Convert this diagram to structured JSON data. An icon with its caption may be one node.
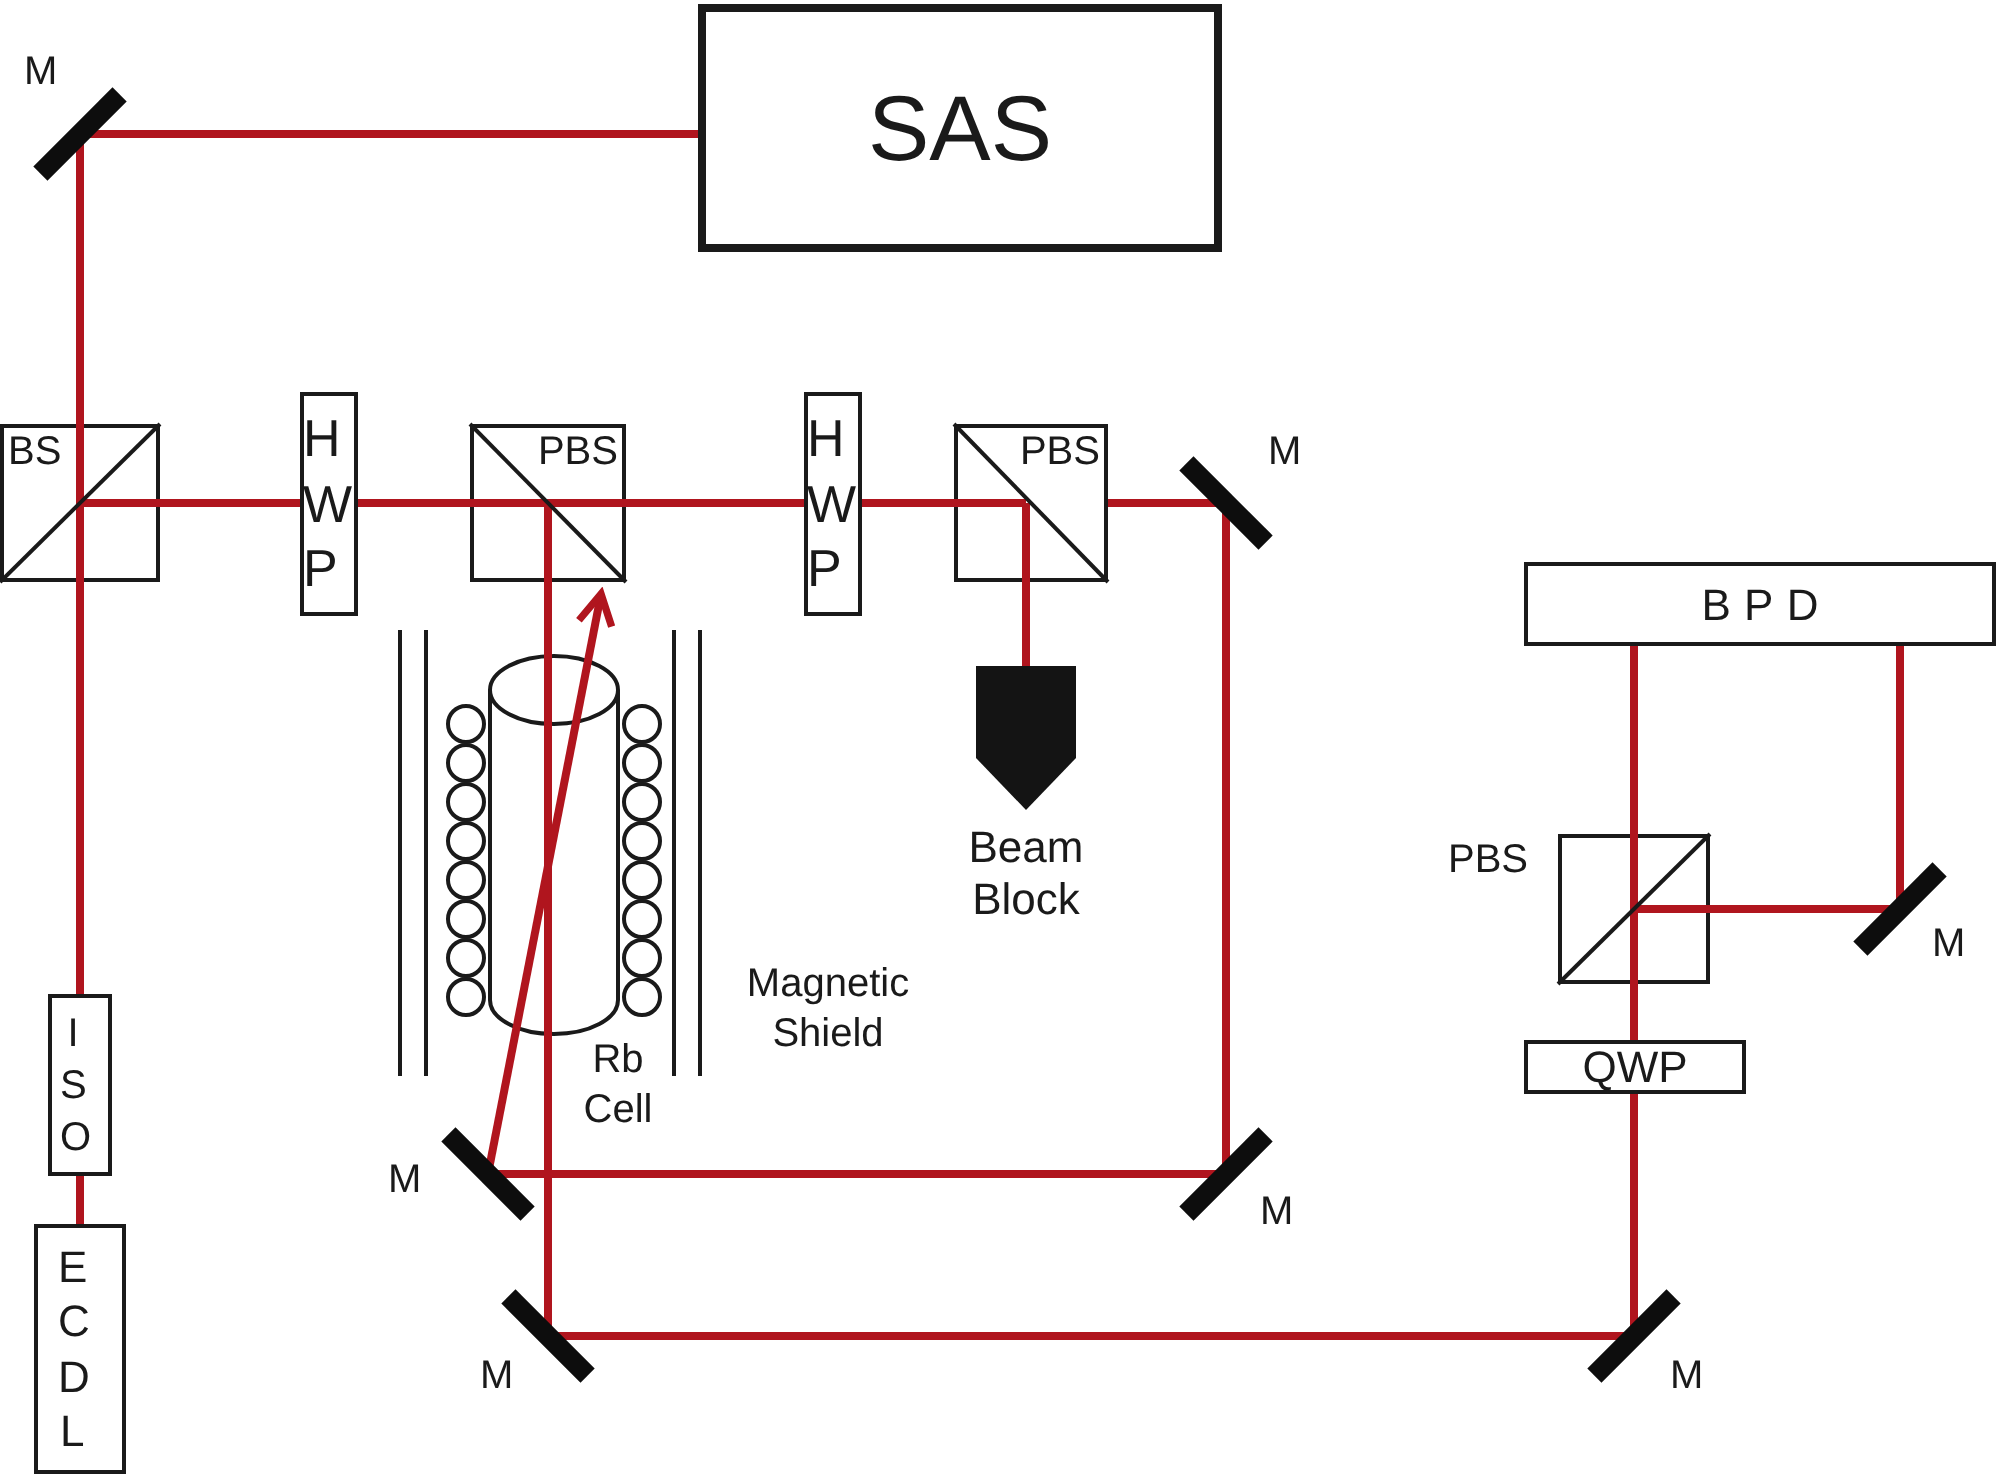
{
  "diagram": {
    "nodes": [
      {
        "text": [
          "ECDL"
        ]
      },
      {
        "text": [
          "ISO"
        ]
      },
      {
        "text": [
          "BS"
        ]
      },
      {
        "text": [],
        "shape": "bar",
        "beside": [
          "M"
        ]
      },
      {
        "text": [
          "SAS"
        ]
      },
      {
        "text": [
          "HWP"
        ]
      },
      {
        "text": [
          "PBS"
        ]
      },
      {
        "text": [
          "HWP"
        ]
      },
      {
        "text": [
          "PBS"
        ]
      },
      {
        "text": [],
        "shape": "bar",
        "beside": [
          "M"
        ]
      },
      {
        "text": [
          "Beam Block"
        ]
      },
      {
        "text": [],
        "shape": "bar",
        "beside": [
          "M"
        ]
      },
      {
        "text": [],
        "shape": "bar",
        "beside": [
          "M"
        ]
      },
      {
        "text": [],
        "shape": "bar",
        "beside": [
          "M"
        ]
      },
      {
        "text": [],
        "shape": "bar",
        "beside": [
          "M"
        ]
      },
      {
        "text": [
          "QWP"
        ]
      },
      {
        "text": [],
        "shape": "box",
        "beside": [
          "PBS"
        ]
      },
      {
        "text": [],
        "shape": "bar",
        "beside": [
          "M"
        ]
      },
      {
        "text": [
          "BPD"
        ]
      }
    ],
    "edges": [
      {
        "from": 0,
        "to": 1,
        "arrow": "none"
      },
      {
        "from": 1,
        "to": 2,
        "arrow": "none"
      },
      {
        "from": 2,
        "to": 3,
        "arrow": "none"
      },
      {
        "from": 3,
        "to": 4,
        "arrow": "none"
      },
      {
        "from": 2,
        "to": 5,
        "arrow": "none"
      },
      {
        "from": 5,
        "to": 6,
        "arrow": "none"
      },
      {
        "from": 6,
        "to": 7,
        "arrow": "none"
      },
      {
        "from": 7,
        "to": 8,
        "arrow": "none"
      },
      {
        "from": 8,
        "to": 9,
        "arrow": "none"
      },
      {
        "from": 8,
        "to": 10,
        "arrow": "none"
      },
      {
        "from": 9,
        "to": 12,
        "arrow": "none"
      },
      {
        "from": 12,
        "to": 11,
        "arrow": "none"
      },
      {
        "from": 11,
        "to": 6,
        "arrow": "to"
      },
      {
        "from": 6,
        "to": 13,
        "arrow": "none"
      },
      {
        "from": 13,
        "to": 14,
        "arrow": "none"
      },
      {
        "from": 14,
        "to": 15,
        "arrow": "none"
      },
      {
        "from": 15,
        "to": 16,
        "arrow": "none"
      },
      {
        "from": 16,
        "to": 18,
        "arrow": "none"
      },
      {
        "from": 16,
        "to": 17,
        "arrow": "none"
      },
      {
        "from": 17,
        "to": 18,
        "arrow": "none"
      }
    ],
    "labels": [
      "Rb Cell",
      "Magnetic Shield"
    ]
  }
}
